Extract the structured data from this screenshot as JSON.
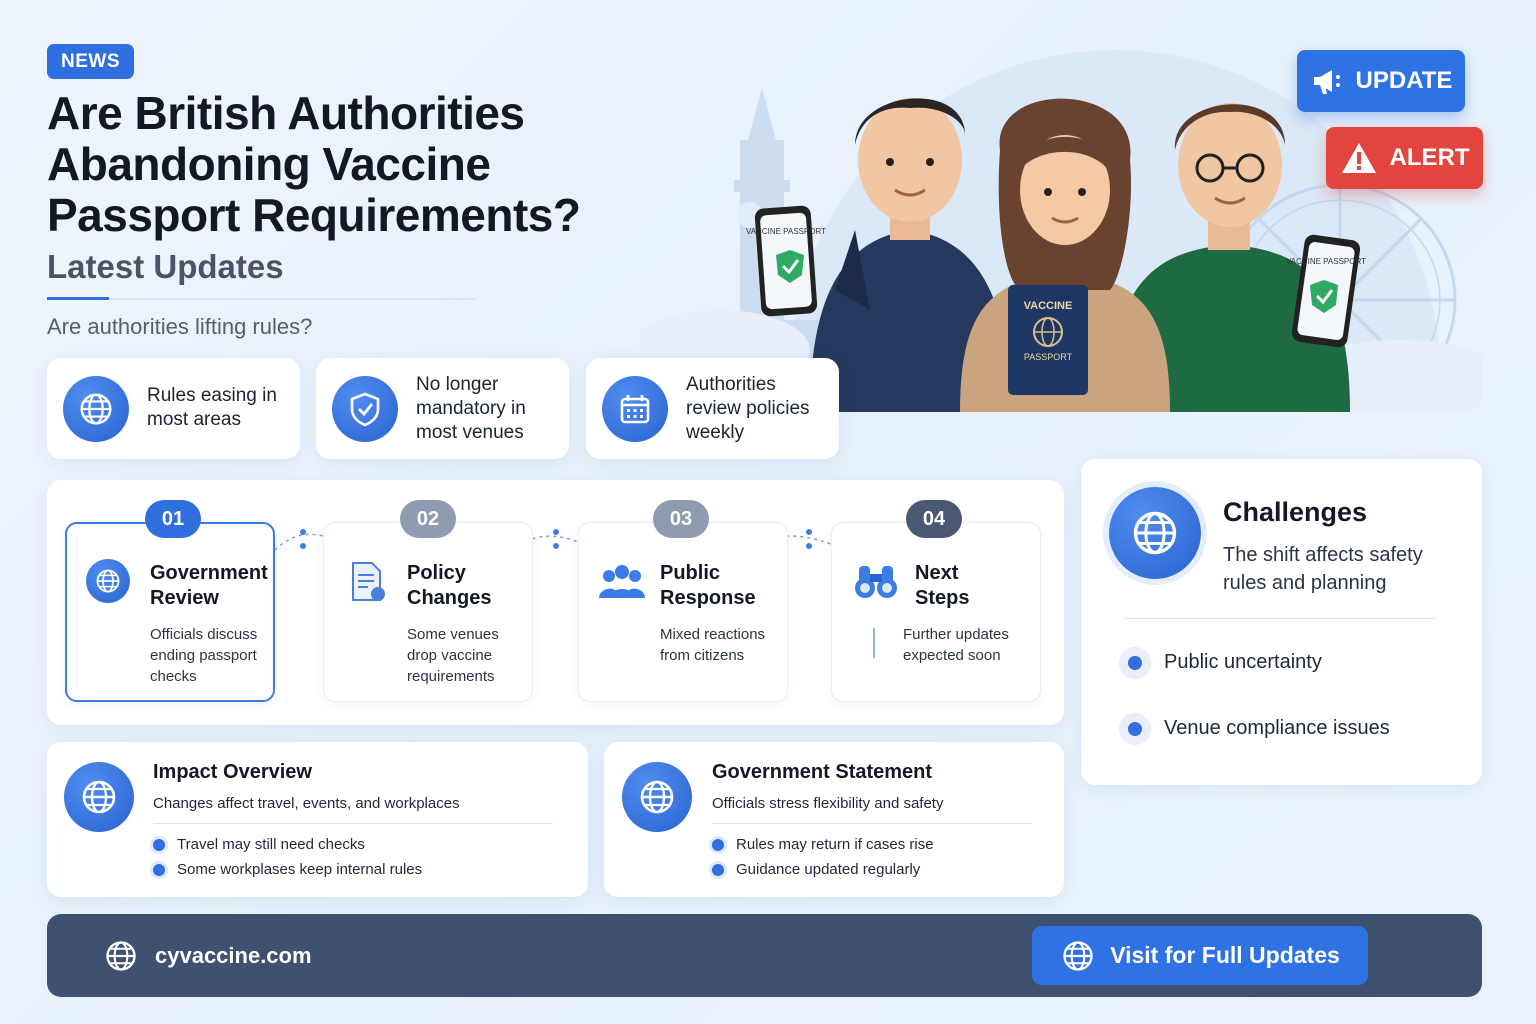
{
  "header": {
    "badge": "NEWS",
    "headline": "Are British Authorities Abandoning Vaccine Passport Requirements?",
    "subtitle": "Latest Updates",
    "question": "Are authorities lifting rules?"
  },
  "hero": {
    "update_label": "UPDATE",
    "alert_label": "ALERT",
    "phone_left_text": "VACCINE PASSPORT",
    "passport_text_top": "VACCINE",
    "passport_text_bottom": "PASSPORT",
    "phone_right_text": "VACCINE PASSPORT",
    "colors": {
      "update": "#2f72e3",
      "alert": "#e2453d"
    }
  },
  "facts": [
    {
      "icon": "globe-icon",
      "text": "Rules easing in most areas"
    },
    {
      "icon": "shield-check-icon",
      "text": "No longer mandatory in most venues"
    },
    {
      "icon": "calendar-icon",
      "text": "Authorities review policies weekly"
    }
  ],
  "steps": [
    {
      "num": "01",
      "icon": "globe-icon",
      "title": "Government Review",
      "desc": "Officials discuss ending passport checks"
    },
    {
      "num": "02",
      "icon": "document-icon",
      "title": "Policy Changes",
      "desc": "Some venues drop vaccine requirements"
    },
    {
      "num": "03",
      "icon": "people-icon",
      "title": "Public Response",
      "desc": "Mixed reactions from citizens"
    },
    {
      "num": "04",
      "icon": "binoculars-icon",
      "title": "Next Steps",
      "desc": "Further updates expected soon"
    }
  ],
  "challenges": {
    "title": "Challenges",
    "desc": "The shift affects safety rules and planning",
    "items": [
      "Public uncertainty",
      "Venue compliance issues"
    ]
  },
  "impact": {
    "title": "Impact Overview",
    "sub": "Changes affect travel, events, and workplaces",
    "items": [
      "Travel may still need checks",
      "Some workplases keep internal rules"
    ]
  },
  "statement": {
    "title": "Government Statement",
    "sub": "Officials stress flexibility and safety",
    "items": [
      "Rules may return if cases rise",
      "Guidance updated regularly"
    ]
  },
  "footer": {
    "site": "cyvaccine.com",
    "button": "Visit for Full Updates"
  }
}
